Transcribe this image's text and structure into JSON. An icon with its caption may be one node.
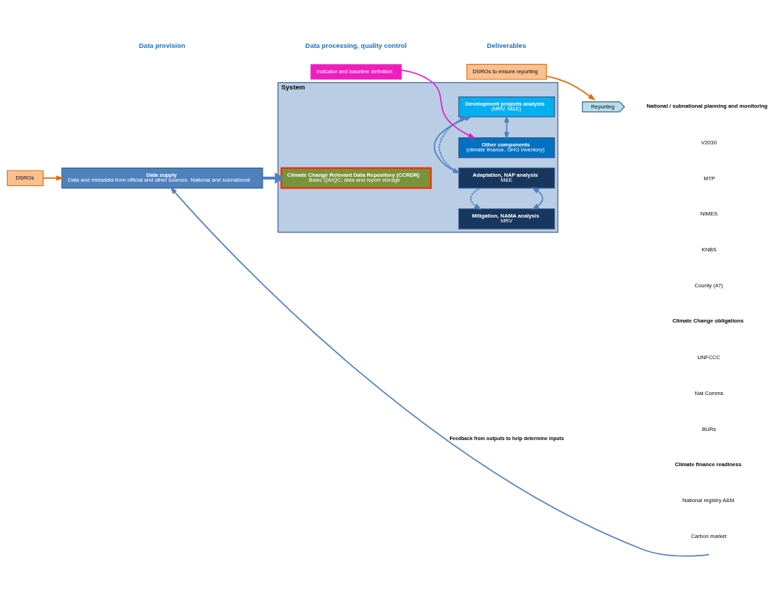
{
  "diagram": {
    "nodes": [
      {
        "text": [
          "Data supply",
          "Data and metadata from official and other sources. National and subnational"
        ]
      },
      {
        "text": [
          "System"
        ]
      },
      {
        "text": [
          "Climate Change Relevant Data Repository (CCRDR)",
          "Basic QA/QC; data and report storage"
        ],
        "in": 1
      },
      {
        "text": [
          "Mitigation, NAMA analysis",
          "MRV"
        ],
        "in": 1
      },
      {
        "text": [
          "Adaptation, NAP analysis",
          "M&E"
        ],
        "in": 1
      },
      {
        "text": [
          "Development projects analysis",
          "(MRV, M&E)"
        ],
        "in": 1
      },
      {
        "text": [
          "Other components",
          "(climate finance, GHG inventory)"
        ],
        "in": 1
      },
      {
        "text": [
          "Reporting"
        ]
      },
      {
        "text": [
          "DSROs to ensure reporting"
        ]
      },
      {
        "text": [
          "DSROs"
        ]
      },
      {
        "text": [
          "Indicator and baseline definition"
        ]
      }
    ],
    "edges": [
      {
        "from": 0,
        "to": 2,
        "arrow": "to",
        "style": "thick"
      },
      {
        "from": 3,
        "to": 4,
        "arrow": "both"
      },
      {
        "from": 4,
        "to": 3,
        "arrow": "to",
        "style": "dashed"
      },
      {
        "from": 4,
        "to": 5,
        "arrow": "to",
        "style": "dashed"
      },
      {
        "from": 4,
        "to": 5,
        "arrow": "both"
      },
      {
        "from": 5,
        "to": 6,
        "arrow": "both"
      },
      {
        "from": 8,
        "to": 7,
        "arrow": "to",
        "color": "#e46c0a"
      },
      {
        "from": 9,
        "to": 0,
        "arrow": "to",
        "color": "#e46c0a"
      },
      {
        "from": 10,
        "to": 6,
        "arrow": "to",
        "color": "#e020c0"
      },
      {
        "from": null,
        "to": 0,
        "arrow": "to",
        "label": "Feedback from outputs to help determine inputs"
      }
    ],
    "labels": [
      "Data provision",
      "Data processing, quality control",
      "Deliverables",
      "National / subnational planning and monitoring",
      "V2030",
      "MTP",
      "NIMES",
      "KNBS",
      "County (47)",
      "Climate Change obligations",
      "UNFCCC",
      "Nat Comms",
      "BURs",
      "Climate finance readiness",
      "National registry A&M",
      "Carbon market"
    ]
  }
}
